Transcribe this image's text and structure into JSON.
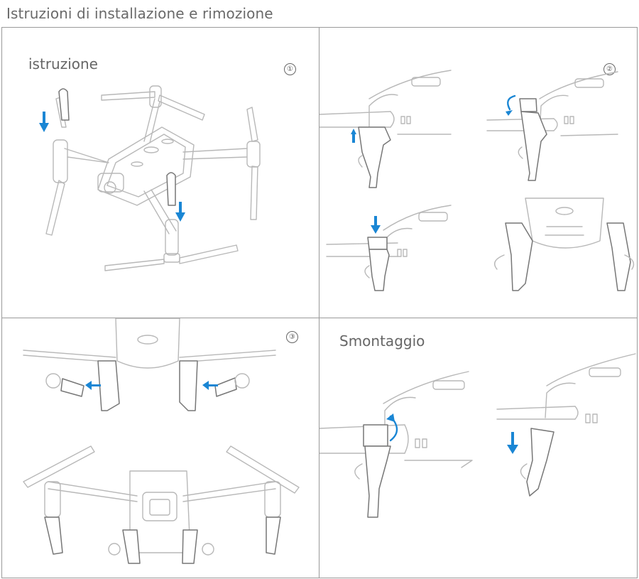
{
  "page_title": "Istruzioni di installazione e rimozione",
  "panels": {
    "install": {
      "label": "istruzione",
      "step": "①"
    },
    "attach": {
      "step": "②"
    },
    "accessories": {
      "step": "③"
    },
    "remove": {
      "label": "Smontaggio"
    }
  },
  "colors": {
    "arrow": "#1a86d4",
    "outline": "#b8b8b8",
    "part": "#777777",
    "border": "#9a9a9a"
  },
  "icons": [
    "arrow-down-icon",
    "arrow-up-icon",
    "rotate-arrow-icon",
    "arrow-left-icon"
  ]
}
